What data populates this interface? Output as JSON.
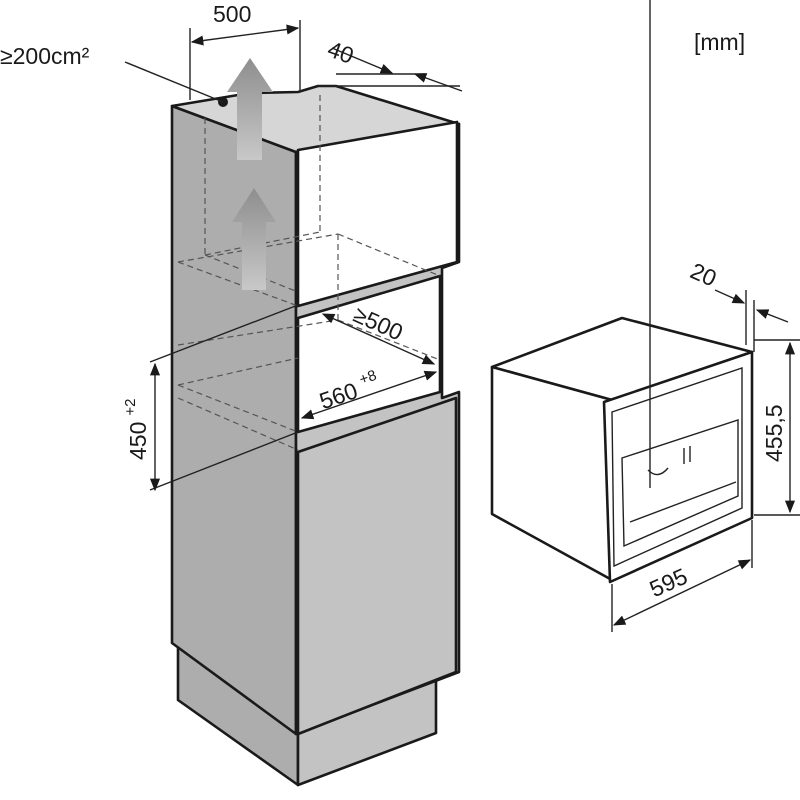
{
  "units_label": "[mm]",
  "labels": {
    "vent_area": "≥200cm²",
    "top_depth": "500",
    "back_gap": "40",
    "niche_depth": "≥500",
    "niche_width": "560",
    "niche_width_tol": "+8",
    "niche_height": "450",
    "niche_height_tol": "+2",
    "front_depth": "20",
    "appliance_height": "455,5",
    "appliance_width": "595"
  },
  "colors": {
    "cabinet_grey": "#c3c3c3",
    "outline": "#1a1a1a"
  },
  "icons": [
    "airflow-arrow-icon",
    "airflow-arrow-icon"
  ]
}
